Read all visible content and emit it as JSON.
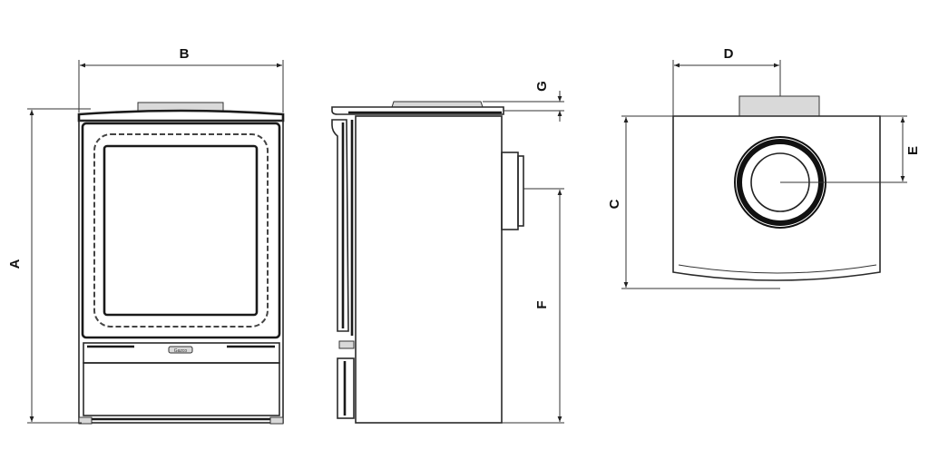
{
  "diagram": {
    "dimension_labels": {
      "A": "A",
      "B": "B",
      "C": "C",
      "D": "D",
      "E": "E",
      "F": "F",
      "G": "G"
    },
    "logo_text": "Gazco"
  }
}
